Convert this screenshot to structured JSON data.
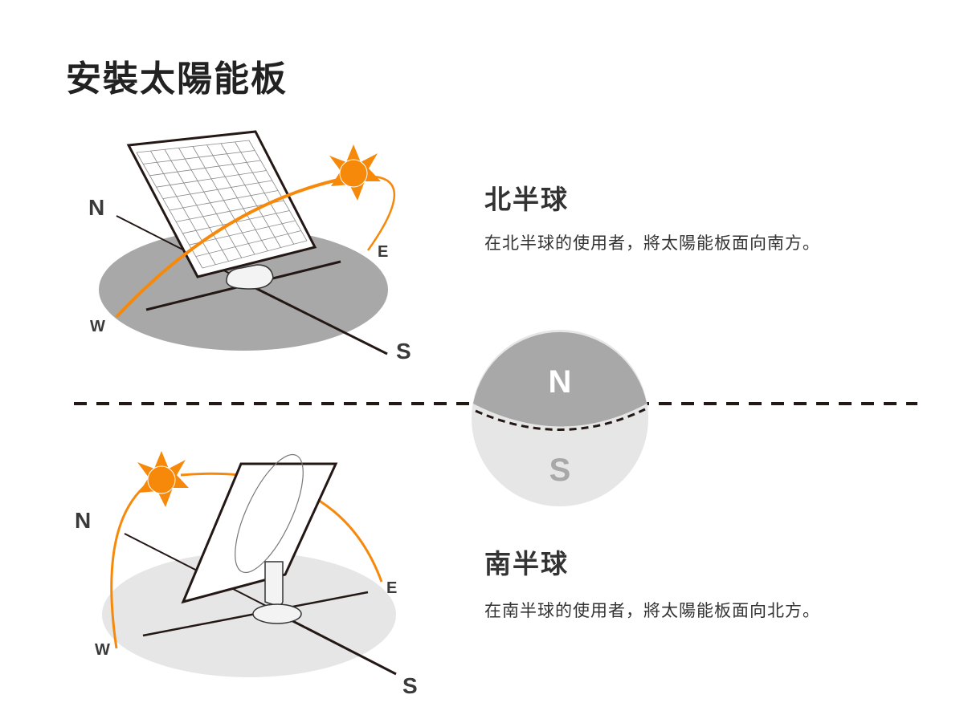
{
  "title": "安裝太陽能板",
  "north": {
    "heading": "北半球",
    "text": "在北半球的使用者，將太陽能板面向南方。"
  },
  "south": {
    "heading": "南半球",
    "text": "在南半球的使用者，將太陽能板面向北方。"
  },
  "compass": {
    "n": "N",
    "s": "S",
    "e": "E",
    "w": "W"
  },
  "globe": {
    "n": "N",
    "s": "S"
  },
  "colors": {
    "sun": "#f7890a",
    "ground_dark": "#a9a8a8",
    "ground_light": "#e6e6e6"
  }
}
